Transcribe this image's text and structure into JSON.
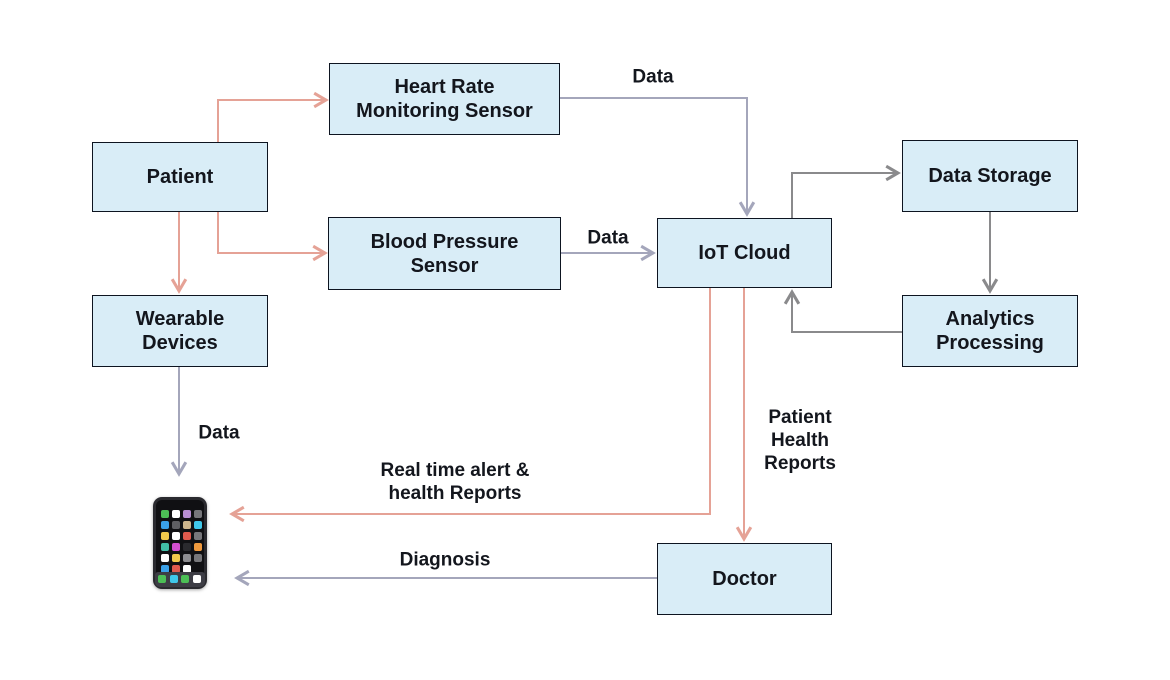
{
  "colors": {
    "node_fill": "#d9edf7",
    "node_border": "#0d1420",
    "ink": "#13161d",
    "edge_salmon": "#e5a296",
    "edge_lavender": "#a4a6bb",
    "edge_gray": "#8a8a8c"
  },
  "nodes": {
    "patient": {
      "label": "Patient"
    },
    "wearable_devices": {
      "label": "Wearable\nDevices"
    },
    "heart_rate": {
      "label": "Heart Rate\nMonitoring Sensor"
    },
    "blood_pressure": {
      "label": "Blood Pressure\nSensor"
    },
    "iot_cloud": {
      "label": "IoT Cloud"
    },
    "data_storage": {
      "label": "Data Storage"
    },
    "analytics": {
      "label": "Analytics\nProcessing"
    },
    "doctor": {
      "label": "Doctor"
    }
  },
  "edge_labels": {
    "heart_rate_data": "Data",
    "blood_pressure_data": "Data",
    "wearable_data": "Data",
    "realtime_alert": "Real time alert &\nhealth Reports",
    "patient_health_reports": "Patient\nHealth\nReports",
    "diagnosis": "Diagnosis"
  },
  "phone": {
    "icon": "smartphone-icon",
    "tile_colors": [
      "#4cbf56",
      "#ffffff",
      "#b98fd4",
      "#77777b",
      "#3aa0e8",
      "#5f5f63",
      "#cdb58d",
      "#40c8ea",
      "#f2c94c",
      "#ffffff",
      "#e05a4e",
      "#77777b",
      "#41bda6",
      "#d44fd0",
      "#2a2a2e",
      "#f09a3e",
      "#ffffff",
      "#f2c94c",
      "#8d8d91",
      "#77777b",
      "#3aa0e8",
      "#e05a4e",
      "#ffffff",
      null
    ],
    "dock_colors": [
      "#4cbf56",
      "#40c8ea",
      "#4cbf56",
      "#ffffff"
    ]
  }
}
